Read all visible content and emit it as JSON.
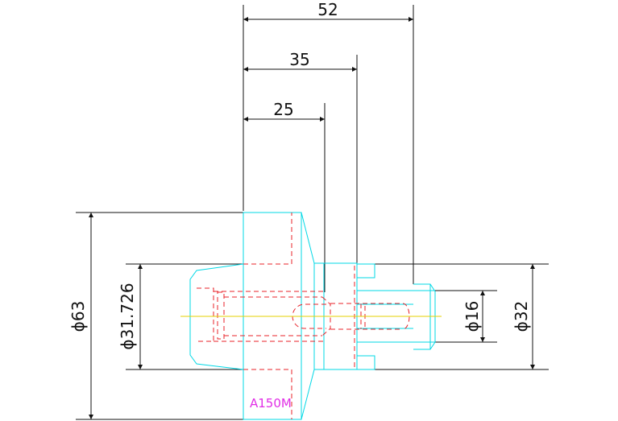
{
  "drawing": {
    "part_label": "A150M",
    "dimensions": {
      "top_52": "52",
      "top_35": "35",
      "top_25": "25",
      "left_dia_63": "ϕ63",
      "left_dia_31726": "ϕ31.726",
      "right_dia_16": "ϕ16",
      "right_dia_32": "ϕ32"
    }
  },
  "colors": {
    "outline": "#00d8e6",
    "hidden": "#e8232a",
    "centerline": "#e5d200",
    "dimension": "#111111",
    "label": "#e12ee6",
    "background": "#ffffff"
  }
}
